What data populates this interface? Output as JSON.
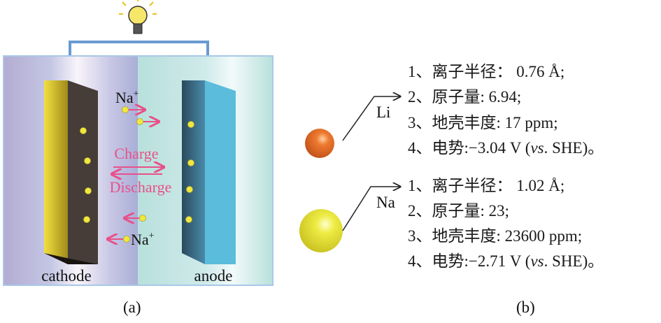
{
  "panel_a": {
    "caption": "(a)",
    "ion_label": "Na",
    "ion_charge": "+",
    "charge_label": "Charge",
    "discharge_label": "Discharge",
    "cathode_label": "cathode",
    "anode_label": "anode"
  },
  "panel_b": {
    "caption": "(b)",
    "elements": [
      {
        "symbol": "Li",
        "color": "#e8702a",
        "properties": [
          "1、离子半径： 0.76 Å;",
          "2、原子量: 6.94;",
          "3、地壳丰度: 17 ppm;"
        ],
        "potential_prefix": "4、电势:−3.04 V (",
        "potential_italic": "vs",
        "potential_suffix": ". SHE)。"
      },
      {
        "symbol": "Na",
        "color": "#e6e43a",
        "properties": [
          "1、离子半径： 1.02 Å;",
          "2、原子量: 23;",
          "3、地壳丰度: 23600 ppm;"
        ],
        "potential_prefix": "4、电势:−2.71 V (",
        "potential_italic": "vs",
        "potential_suffix": ". SHE)。"
      }
    ]
  },
  "colors": {
    "arrow": "#e8508a",
    "ion": "#f0e840",
    "wire": "#6a9ad0"
  }
}
